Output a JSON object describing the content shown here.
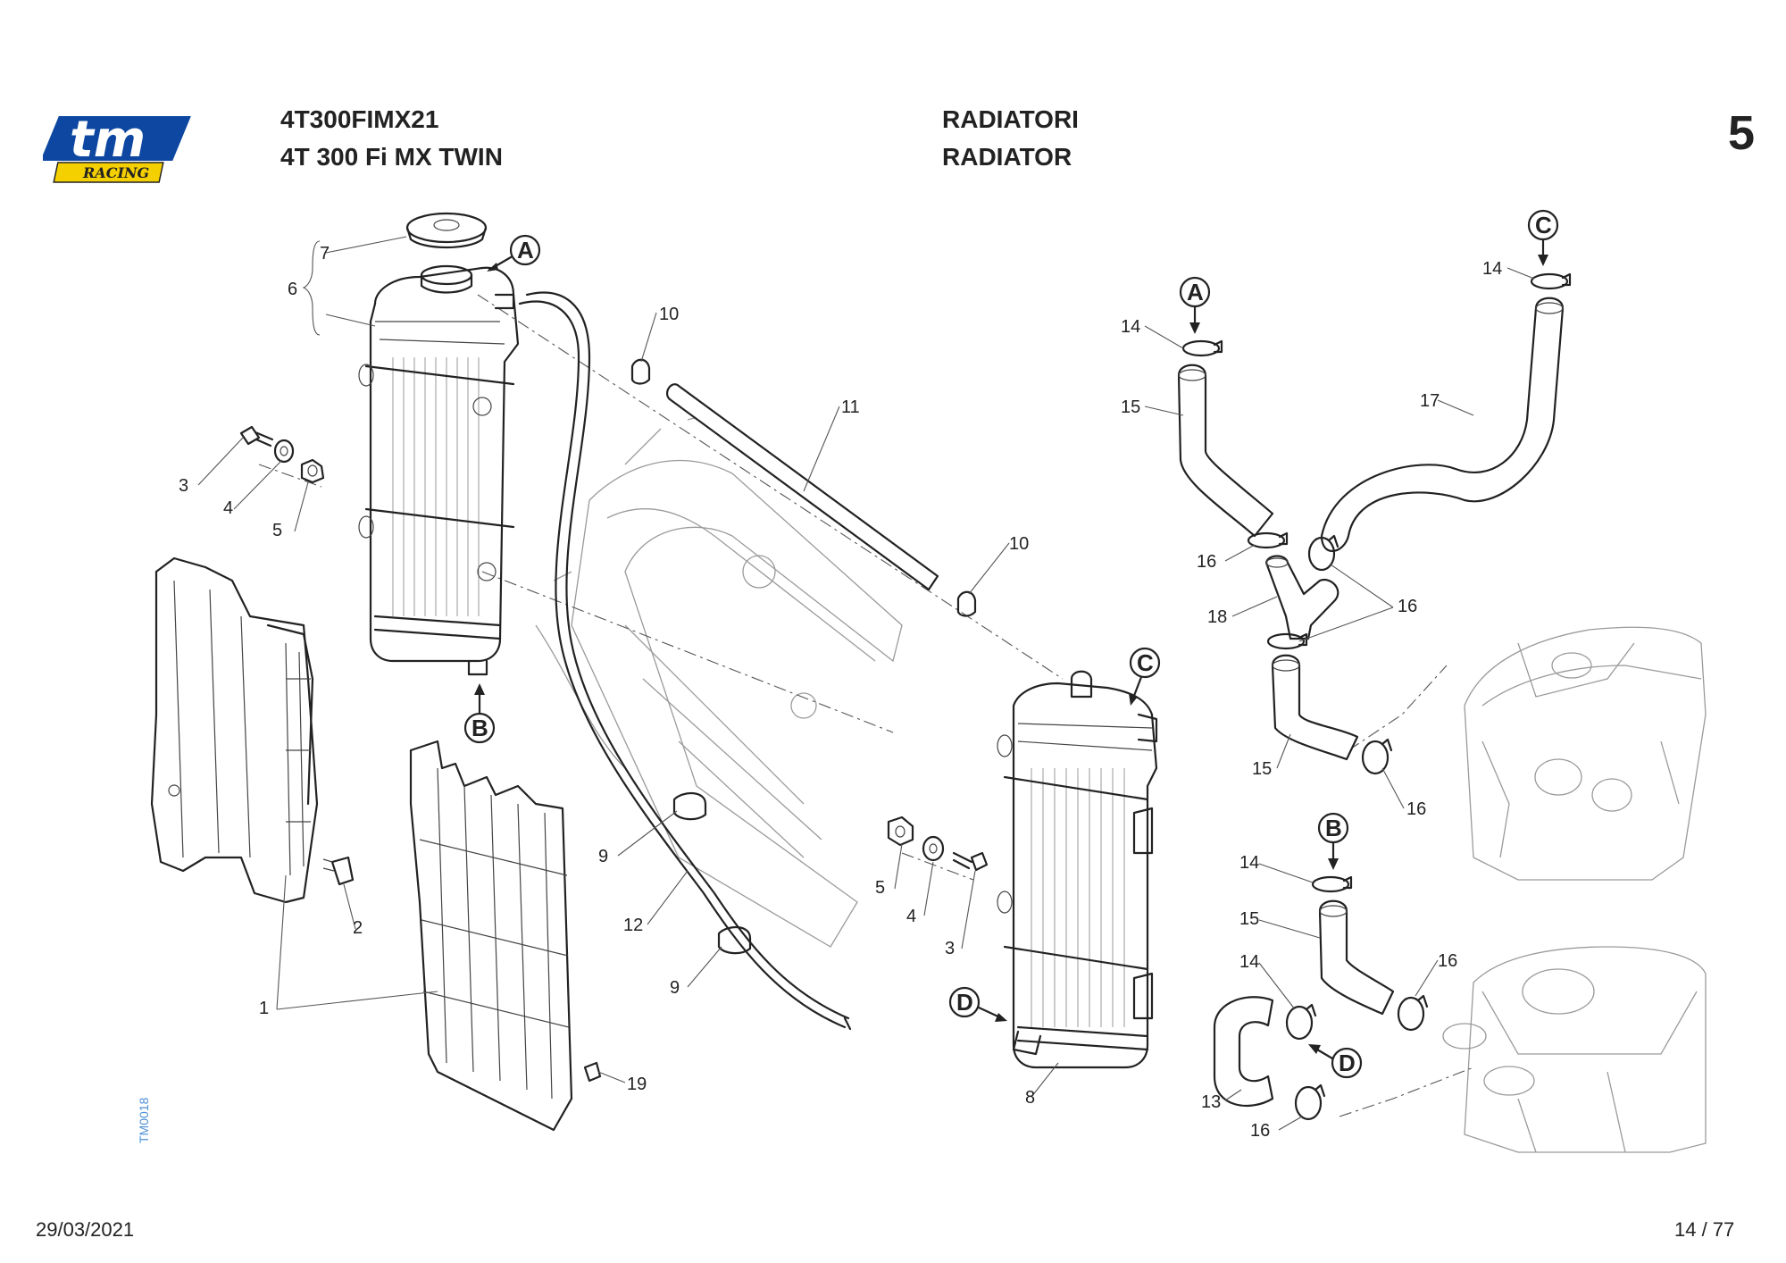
{
  "header": {
    "code": "4T300FIMX21",
    "model": "4T 300 Fi MX TWIN",
    "title_it": "RADIATORI",
    "title_en": "RADIATOR",
    "section_number": "5"
  },
  "logo": {
    "text_main": "tm",
    "text_sub": "RACING",
    "brand_color": "#1565c0",
    "accent_color": "#f5d000"
  },
  "footer": {
    "date": "29/03/2021",
    "page": "14 / 77"
  },
  "watermark": "TM0018",
  "ref_letters": {
    "a": "A",
    "b": "B",
    "c": "C",
    "d": "D"
  },
  "callouts": {
    "c1": "1",
    "c2": "2",
    "c3a": "3",
    "c3b": "3",
    "c4a": "4",
    "c4b": "4",
    "c5a": "5",
    "c5b": "5",
    "c6": "6",
    "c7": "7",
    "c8": "8",
    "c9a": "9",
    "c9b": "9",
    "c10a": "10",
    "c10b": "10",
    "c11": "11",
    "c12": "12",
    "c13": "13",
    "c14a": "14",
    "c14b": "14",
    "c14c": "14",
    "c14d": "14",
    "c15a": "15",
    "c15b": "15",
    "c15c": "15",
    "c16a": "16",
    "c16b": "16",
    "c16c": "16",
    "c16d": "16",
    "c16e": "16",
    "c17": "17",
    "c18": "18",
    "c19": "19"
  }
}
